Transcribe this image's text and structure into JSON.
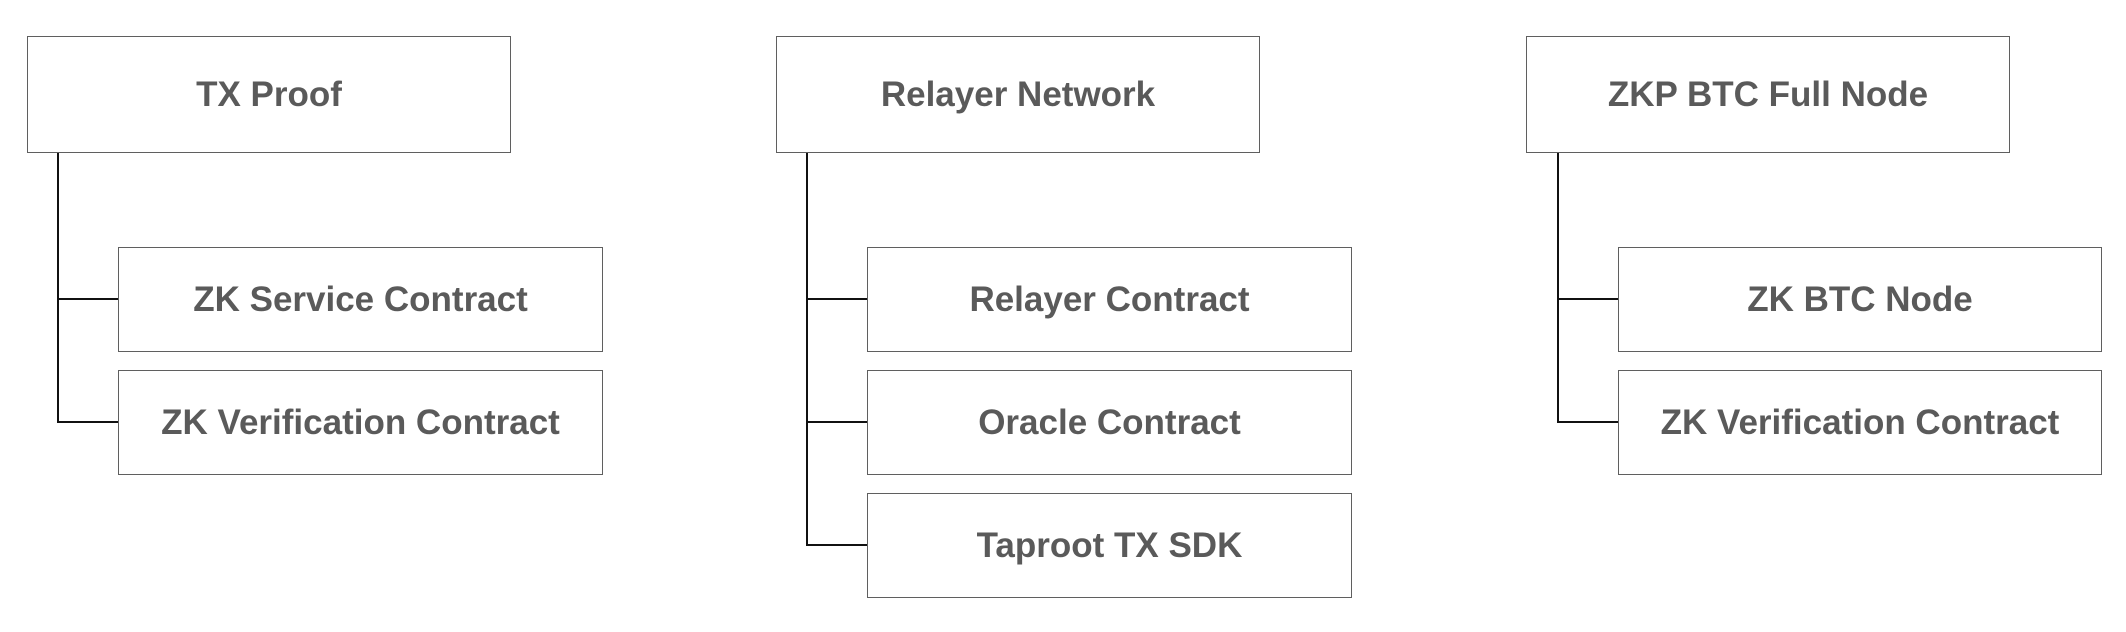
{
  "groups": [
    {
      "title": "TX Proof",
      "children": [
        "ZK Service Contract",
        "ZK Verification Contract"
      ]
    },
    {
      "title": "Relayer Network",
      "children": [
        "Relayer Contract",
        "Oracle Contract",
        "Taproot TX SDK"
      ]
    },
    {
      "title": "ZKP BTC Full Node",
      "children": [
        "ZK BTC Node",
        "ZK Verification Contract"
      ]
    }
  ],
  "colors": {
    "box_border": "#5f5f5f",
    "text": "#5a5a5a",
    "connector": "#111111",
    "background": "#ffffff"
  }
}
